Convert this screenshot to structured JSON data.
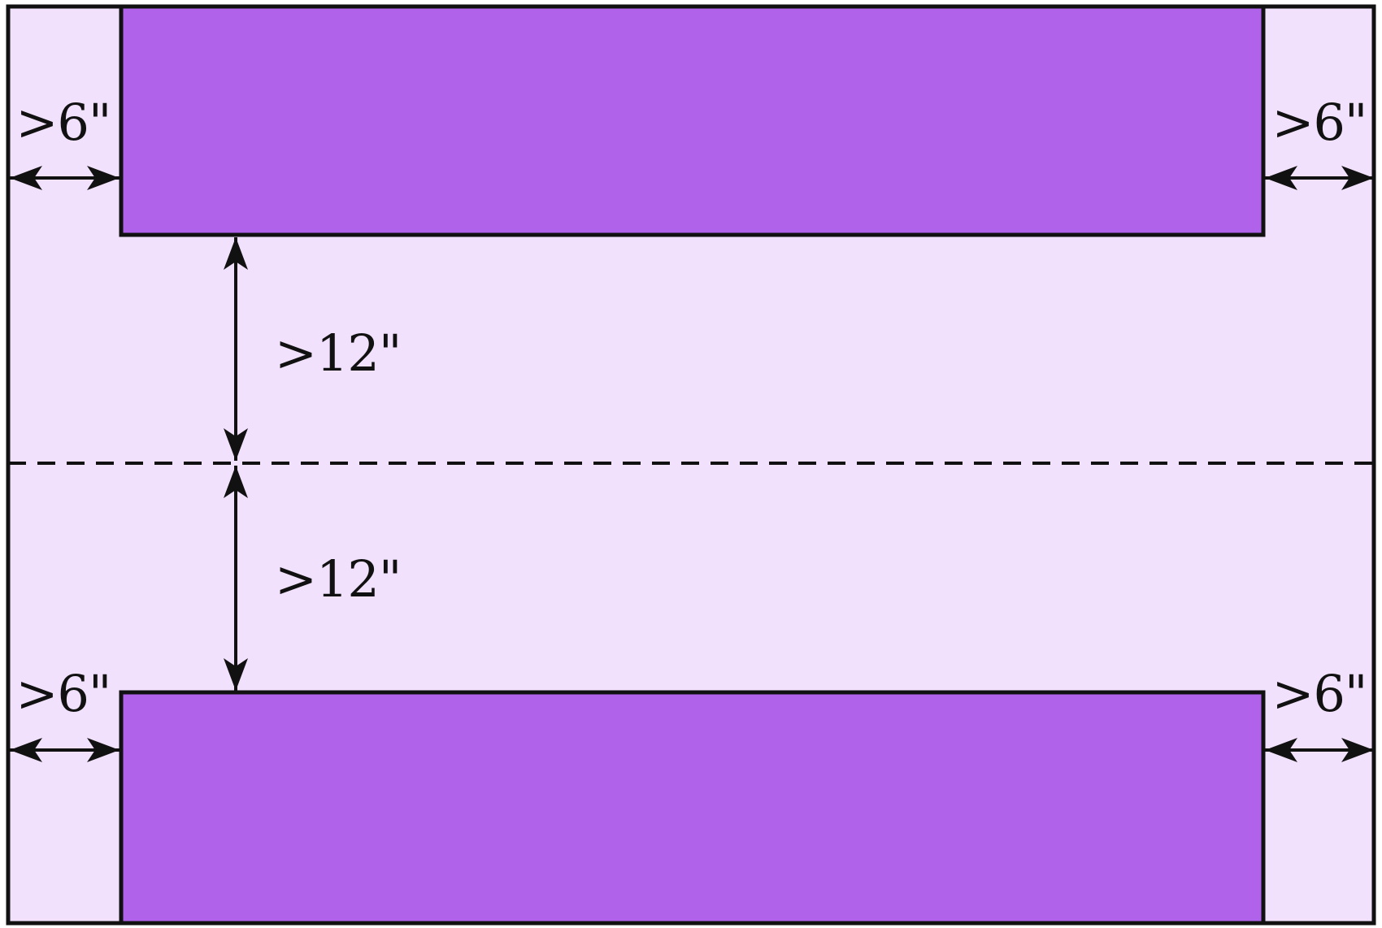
{
  "colors": {
    "background": "#f2e1fc",
    "bench": "#b063ea",
    "ink": "#111111"
  },
  "labels": {
    "top_left_clearance": ">6\"",
    "top_right_clearance": ">6\"",
    "bottom_left_clearance": ">6\"",
    "bottom_right_clearance": ">6\"",
    "upper_gap": ">12\"",
    "lower_gap": ">12\""
  }
}
